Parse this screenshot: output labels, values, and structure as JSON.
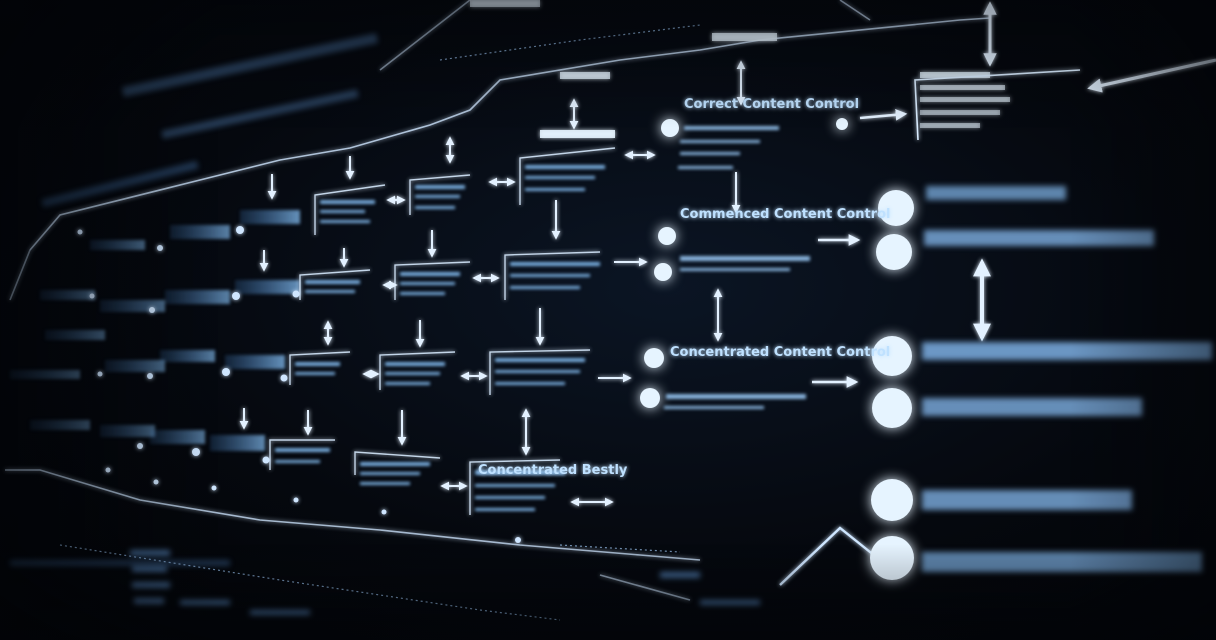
{
  "labels": {
    "node_top": "Correct Content Control",
    "node_mid": "Commenced Content Control",
    "node_lower": "Concentrated Content Control",
    "node_bottom": "Concentrated Bestly"
  },
  "colors": {
    "background": "#05080e",
    "line": "#d6eaff",
    "glow": "#5aa9ff",
    "text_glow": "#8cc8ff",
    "node_fill": "#e6f4ff"
  },
  "icons": [
    "arrow-right-icon",
    "arrow-left-icon",
    "arrow-up-down-icon",
    "arrow-down-icon",
    "node-dot-icon"
  ]
}
